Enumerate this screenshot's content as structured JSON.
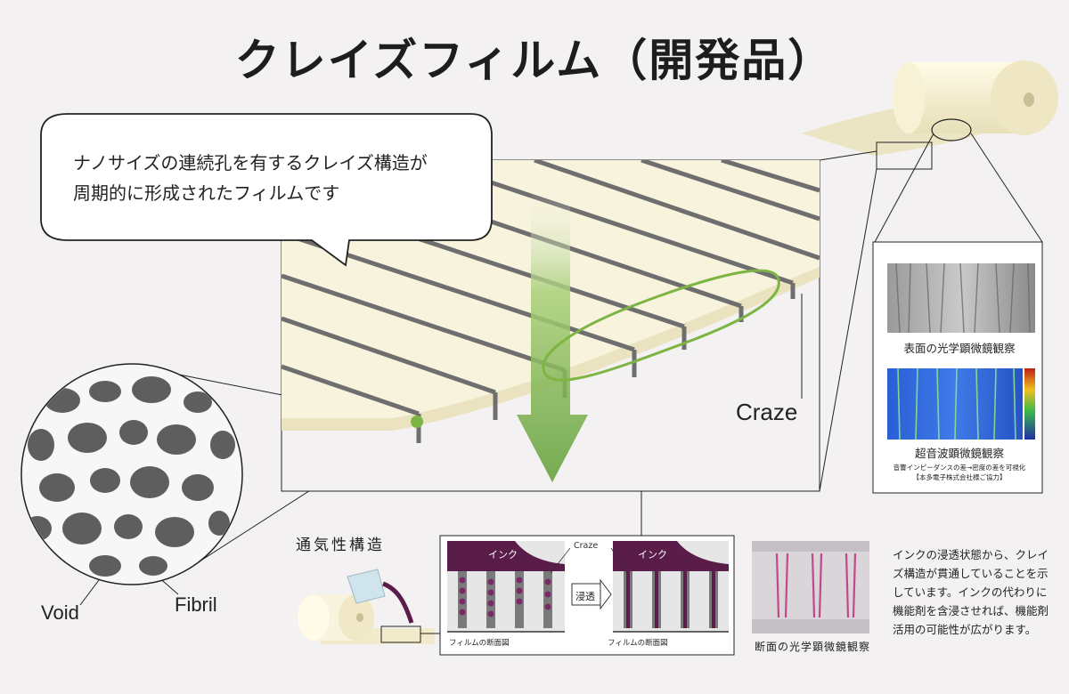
{
  "title": "クレイズフィルム（開発品）",
  "bubble": {
    "line1": "ナノサイズの連続孔を有するクレイズ構造が",
    "line2": "周期的に形成されたフィルムです"
  },
  "labels": {
    "craze": "Craze",
    "void": "Void",
    "fibril": "Fibril",
    "breathable_structure": "通気性構造"
  },
  "observations": {
    "surface_caption": "表面の光学顕微鏡観察",
    "ultrasonic_caption": "超音波顕微鏡観察",
    "ultrasonic_note_line1": "音響インピーダンスの差→密度の差を可視化",
    "ultrasonic_note_line2": "【本多電子株式会社様ご協力】",
    "section_caption": "断面の光学顕微鏡観察"
  },
  "cross_section": {
    "ink_label": "インク",
    "craze_label": "Craze",
    "arrow_label": "浸透",
    "section_label": "フィルムの断面図"
  },
  "description": [
    "インクの浸透状態から、クレイ",
    "ズ構造が貫通していることを示",
    "しています。インクの代わりに",
    "機能剤を含浸させれば、機能剤",
    "活用の可能性が広がります。"
  ],
  "colors": {
    "film": "#f8f3dc",
    "craze_line": "#6e6e6e",
    "accent_green": "#7db544",
    "ink_purple": "#5a1d4a",
    "background": "#f3f1f2"
  }
}
